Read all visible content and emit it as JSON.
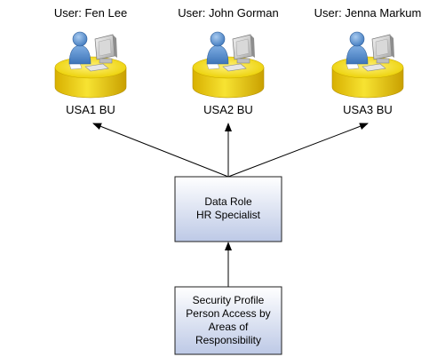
{
  "users": [
    {
      "user_label": "User: Fen Lee",
      "bu_label": "USA1 BU",
      "icon": "user-at-workstation-icon"
    },
    {
      "user_label": "User: John Gorman",
      "bu_label": "USA2 BU",
      "icon": "user-at-workstation-icon"
    },
    {
      "user_label": "User: Jenna Markum",
      "bu_label": "USA3 BU",
      "icon": "user-at-workstation-icon"
    }
  ],
  "data_role": {
    "lines": [
      "Data Role",
      "HR Specialist"
    ]
  },
  "security_profile": {
    "lines": [
      "Security Profile",
      "Person Access by",
      "Areas of",
      "Responsibility"
    ]
  },
  "colors": {
    "platform_yellow": "#F5E10A",
    "platform_shadow": "#C9A400",
    "person_blue": "#5B93D3",
    "box_fill_top": "#FFFFFF",
    "box_fill_bottom": "#BDC9E6",
    "box_border": "#1F1F1F",
    "arrow": "#000000"
  }
}
